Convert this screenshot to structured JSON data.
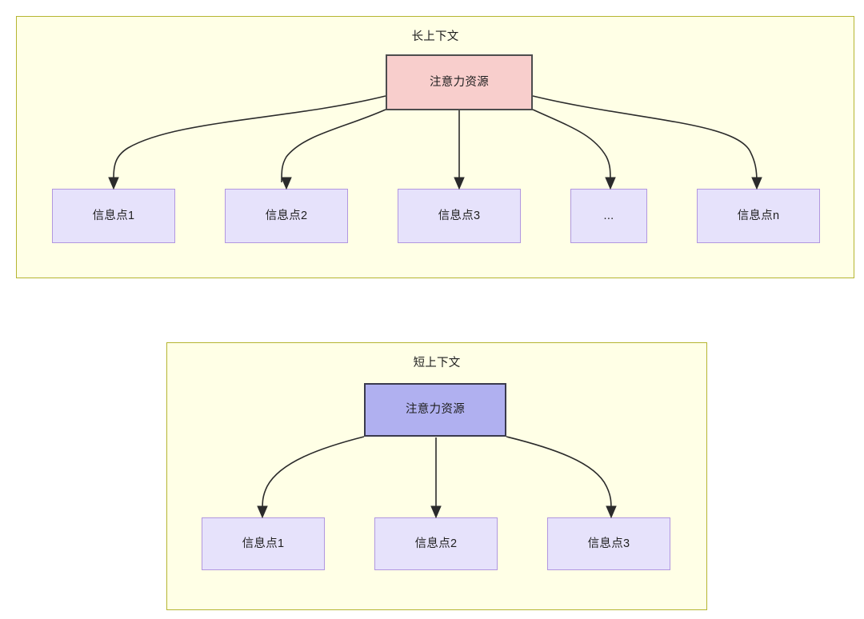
{
  "diagram": {
    "panels": [
      {
        "id": "long-context",
        "title": "长上下文",
        "root": {
          "label": "注意力资源",
          "fill": "#f8cecc",
          "stroke": "#4d4d4d"
        },
        "children": [
          {
            "label": "信息点1"
          },
          {
            "label": "信息点2"
          },
          {
            "label": "信息点3"
          },
          {
            "label": "..."
          },
          {
            "label": "信息点n"
          }
        ]
      },
      {
        "id": "short-context",
        "title": "短上下文",
        "root": {
          "label": "注意力资源",
          "fill": "#b0b0f0",
          "stroke": "#3a3a4d"
        },
        "children": [
          {
            "label": "信息点1"
          },
          {
            "label": "信息点2"
          },
          {
            "label": "信息点3"
          }
        ]
      }
    ],
    "colors": {
      "panel_fill": "#ffffe6",
      "panel_border": "#b5b531",
      "info_fill": "#e6e2fb",
      "info_border": "#b197e0",
      "edge": "#2b2b2b",
      "text": "#1f1f1f"
    }
  }
}
